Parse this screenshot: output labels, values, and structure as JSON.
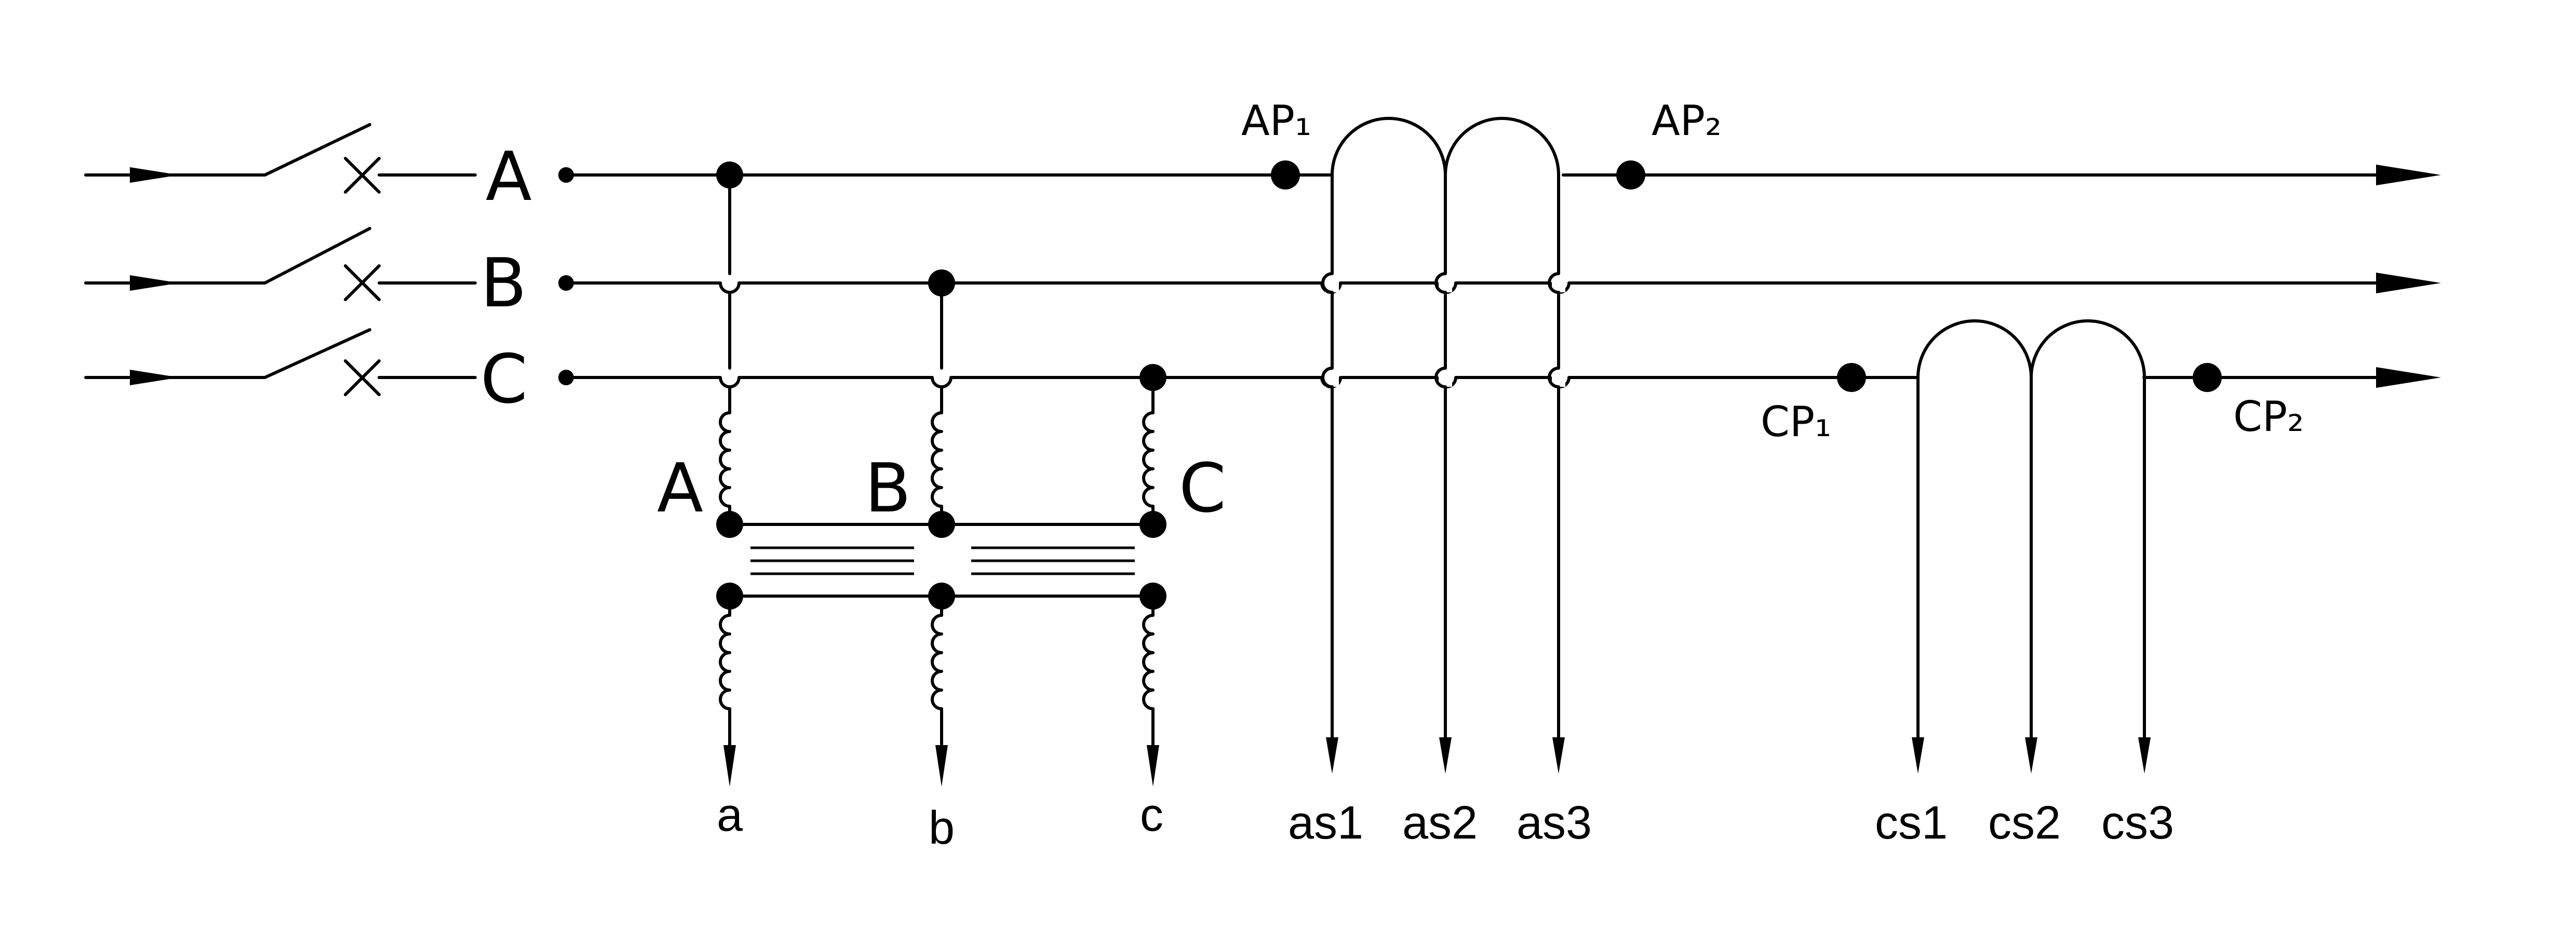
{
  "phases": {
    "bus": [
      "A",
      "B",
      "C"
    ],
    "transformer": [
      "A",
      "B",
      "C"
    ]
  },
  "ct_terminals": {
    "ap1": "AP₁",
    "ap2": "AP₂",
    "cp1": "CP₁",
    "cp2": "CP₂"
  },
  "outputs": {
    "vt": [
      "a",
      "b",
      "c"
    ],
    "as": [
      "as1",
      "as2",
      "as3"
    ],
    "cs": [
      "cs1",
      "cs2",
      "cs3"
    ]
  },
  "colors": {
    "line": "#000000",
    "background": "#ffffff"
  }
}
